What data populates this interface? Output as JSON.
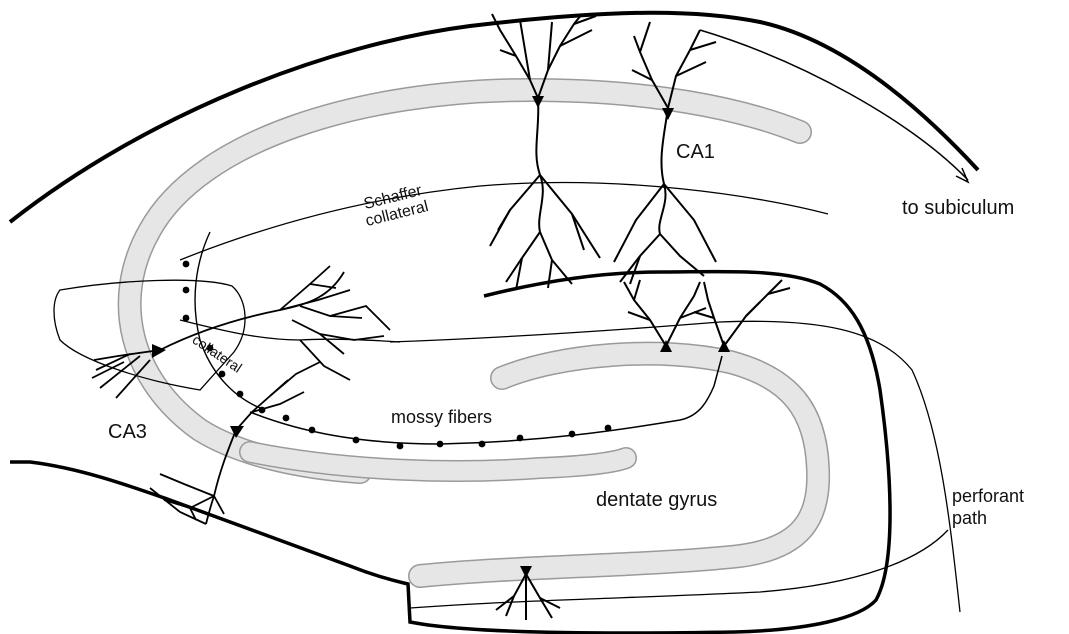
{
  "labels": {
    "ca1": "CA1",
    "ca3": "CA3",
    "to_subiculum": "to subiculum",
    "schaffer_line1": "Schaffer",
    "schaffer_line2": "collateral",
    "collateral": "collateral",
    "mossy_fibers": "mossy fibers",
    "dentate_gyrus": "dentate gyrus",
    "perforant_line1": "perforant",
    "perforant_line2": "path"
  },
  "colors": {
    "stroke": "#000000",
    "cell_layer": "#e6e6e6",
    "cell_layer_edge": "#9a9a9a"
  }
}
